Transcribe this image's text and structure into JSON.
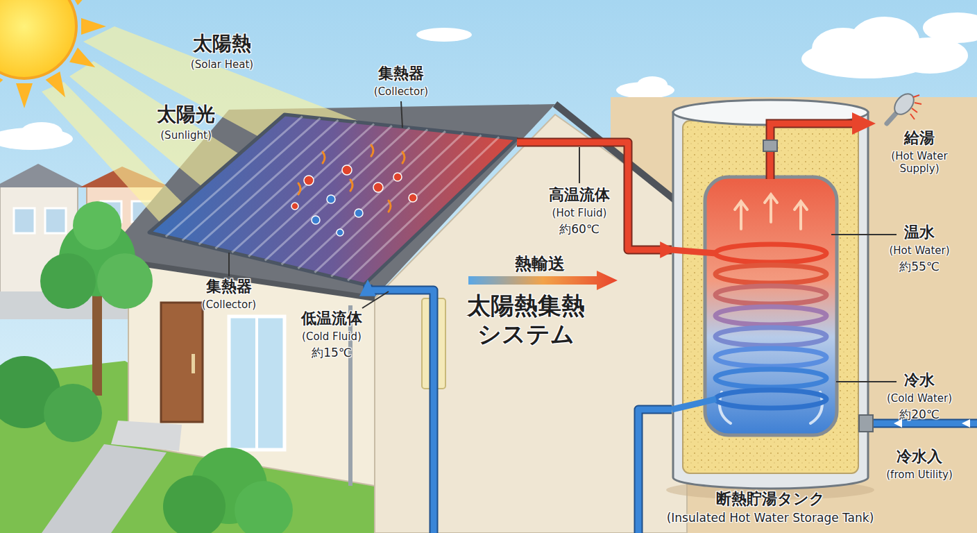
{
  "diagram": {
    "title": "太陽熱集熱 システム",
    "nodes": [
      {
        "text": [
          "集熱器",
          "(Collector)"
        ]
      },
      {
        "text": [
          "断熱貯湯タンク",
          "(Insulated Hot Water Storage Tank)"
        ]
      }
    ],
    "edges": [
      {
        "from": 0,
        "to": 1,
        "arrow": "to"
      },
      {
        "from": 1,
        "to": 0,
        "arrow": "to"
      }
    ],
    "labels": [
      "太陽熱",
      "(Solar Heat)",
      "太陽光",
      "(Sunlight)",
      "集熱器",
      "(Collector)",
      "高温流体",
      "(Hot Fluid)",
      "約60℃",
      "低温流体",
      "(Cold Fluid)",
      "約15℃",
      "熱輸送",
      "給湯",
      "(Hot Water Supply)",
      "温水",
      "(Hot Water)",
      "約55℃",
      "冷水",
      "(Cold Water)",
      "約20℃",
      "冷水入",
      "(from Utility)"
    ]
  }
}
